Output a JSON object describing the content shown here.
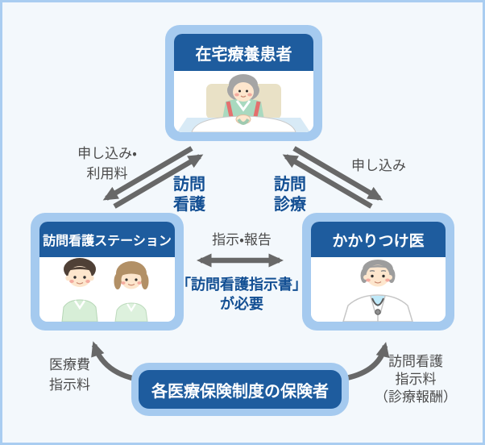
{
  "page": {
    "boxes": {
      "patient": {
        "title": "在宅療養患者",
        "illustration": "elderly-patient-in-bed"
      },
      "station": {
        "title": "訪問看護ステーション",
        "illustration": "two-nurses"
      },
      "doctor": {
        "title": "かかりつけ医",
        "illustration": "elderly-male-doctor"
      },
      "insurer": {
        "title": "各医療保険制度の保険者"
      }
    },
    "arrow_labels": {
      "application_fee": {
        "lines": [
          "申し込み・",
          "利用料"
        ]
      },
      "visiting_nursing": {
        "lines": [
          "訪問",
          "看護"
        ]
      },
      "application": {
        "lines": [
          "申し込み"
        ]
      },
      "visiting_medical_care": {
        "lines": [
          "訪問",
          "診療"
        ]
      },
      "instruction_report": {
        "lines": [
          "指示・報告"
        ]
      },
      "instruction_document": {
        "lines": [
          "「訪問看護指示書」",
          "が必要"
        ]
      },
      "medical_fee": {
        "lines": [
          "医療費",
          "指示料"
        ]
      },
      "nursing_instruction_fee": {
        "lines": [
          "訪問看護",
          "指示料",
          "（診療報酬）"
        ]
      }
    },
    "colors": {
      "page_bg": "#f3f8fc",
      "page_border": "#a9cdf1",
      "box_outer": "#a5caef",
      "box_header": "#1e5c9e",
      "accent_text": "#134f93",
      "gray_text": "#4c4c4c",
      "arrow": "#686868"
    }
  }
}
